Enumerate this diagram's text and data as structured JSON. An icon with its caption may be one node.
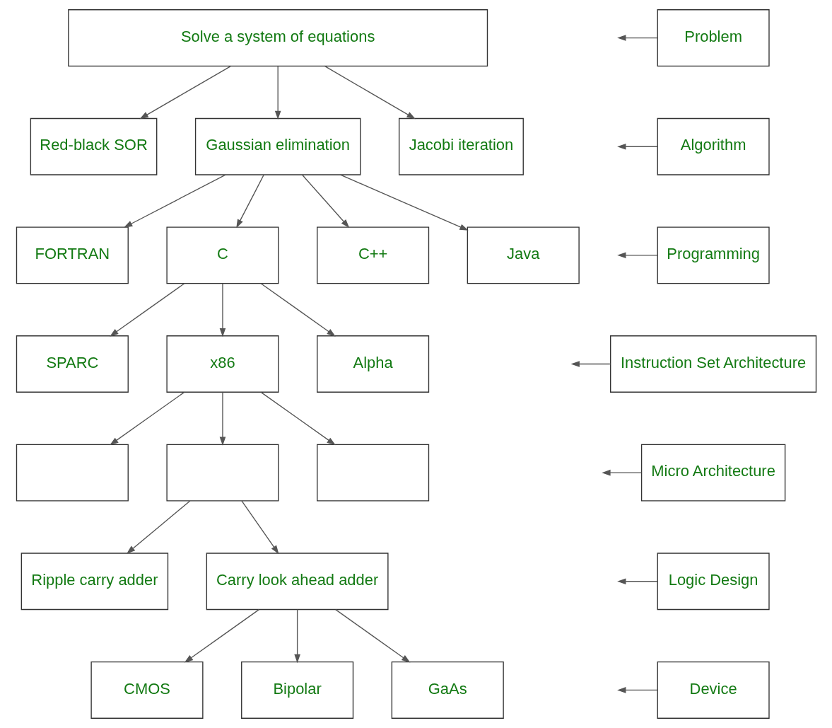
{
  "diagram": {
    "nodes": [
      {
        "text": [
          "Solve a system of equations"
        ]
      },
      {
        "text": [
          "Red-black SOR"
        ]
      },
      {
        "text": [
          "Gaussian elimination"
        ]
      },
      {
        "text": [
          "Jacobi iteration"
        ]
      },
      {
        "text": [
          "FORTRAN"
        ]
      },
      {
        "text": [
          "C"
        ]
      },
      {
        "text": [
          "C++"
        ]
      },
      {
        "text": [
          "Java"
        ]
      },
      {
        "text": [
          "SPARC"
        ]
      },
      {
        "text": [
          "x86"
        ]
      },
      {
        "text": [
          "Alpha"
        ]
      },
      {
        "text": [],
        "shape": "box"
      },
      {
        "text": [],
        "shape": "box"
      },
      {
        "text": [],
        "shape": "box"
      },
      {
        "text": [
          "Ripple carry adder"
        ]
      },
      {
        "text": [
          "Carry look ahead adder"
        ]
      },
      {
        "text": [
          "CMOS"
        ]
      },
      {
        "text": [
          "Bipolar"
        ]
      },
      {
        "text": [
          "GaAs"
        ]
      },
      {
        "text": [
          "Problem"
        ]
      },
      {
        "text": [
          "Algorithm"
        ]
      },
      {
        "text": [
          "Programming"
        ]
      },
      {
        "text": [
          "Instruction Set Architecture"
        ]
      },
      {
        "text": [
          "Micro Architecture"
        ]
      },
      {
        "text": [
          "Logic Design"
        ]
      },
      {
        "text": [
          "Device"
        ]
      }
    ],
    "edges": [
      {
        "from": 0,
        "to": 1,
        "arrow": "to"
      },
      {
        "from": 0,
        "to": 2,
        "arrow": "to"
      },
      {
        "from": 0,
        "to": 3,
        "arrow": "to"
      },
      {
        "from": 2,
        "to": 4,
        "arrow": "to"
      },
      {
        "from": 2,
        "to": 5,
        "arrow": "to"
      },
      {
        "from": 2,
        "to": 6,
        "arrow": "to"
      },
      {
        "from": 2,
        "to": 7,
        "arrow": "to"
      },
      {
        "from": 5,
        "to": 8,
        "arrow": "to"
      },
      {
        "from": 5,
        "to": 9,
        "arrow": "to"
      },
      {
        "from": 5,
        "to": 10,
        "arrow": "to"
      },
      {
        "from": 9,
        "to": 11,
        "arrow": "to"
      },
      {
        "from": 9,
        "to": 12,
        "arrow": "to"
      },
      {
        "from": 9,
        "to": 13,
        "arrow": "to"
      },
      {
        "from": 12,
        "to": 14,
        "arrow": "to"
      },
      {
        "from": 12,
        "to": 15,
        "arrow": "to"
      },
      {
        "from": 15,
        "to": 16,
        "arrow": "to"
      },
      {
        "from": 15,
        "to": 17,
        "arrow": "to"
      },
      {
        "from": 15,
        "to": 18,
        "arrow": "to"
      },
      {
        "from": 19,
        "to": null,
        "arrow": "to"
      },
      {
        "from": 20,
        "to": null,
        "arrow": "to"
      },
      {
        "from": 21,
        "to": null,
        "arrow": "to"
      },
      {
        "from": 22,
        "to": null,
        "arrow": "to"
      },
      {
        "from": 23,
        "to": null,
        "arrow": "to"
      },
      {
        "from": 24,
        "to": null,
        "arrow": "to"
      },
      {
        "from": 25,
        "to": null,
        "arrow": "to"
      }
    ]
  }
}
